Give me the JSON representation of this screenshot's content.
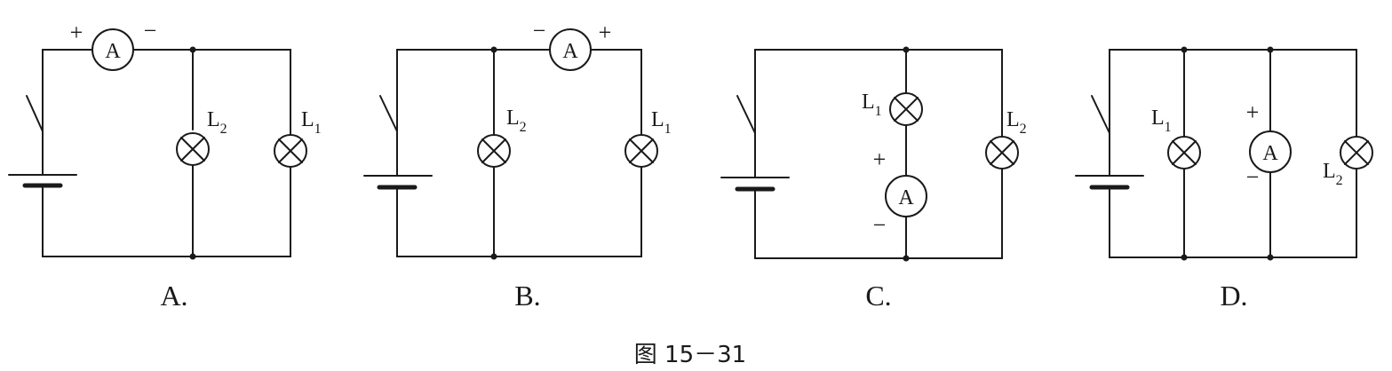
{
  "figure": {
    "caption": "图 15－31"
  },
  "options": [
    {
      "option_label": "A.",
      "bulb_1": {
        "letter": "L",
        "subscript": "2"
      },
      "bulb_2": {
        "letter": "L",
        "subscript": "1"
      },
      "ammeter": {
        "symbol": "A",
        "left_terminal": "+",
        "right_terminal": "−"
      }
    },
    {
      "option_label": "B.",
      "bulb_1": {
        "letter": "L",
        "subscript": "2"
      },
      "bulb_2": {
        "letter": "L",
        "subscript": "1"
      },
      "ammeter": {
        "symbol": "A",
        "left_terminal": "−",
        "right_terminal": "+"
      }
    },
    {
      "option_label": "C.",
      "bulb_1": {
        "letter": "L",
        "subscript": "1"
      },
      "bulb_2": {
        "letter": "L",
        "subscript": "2"
      },
      "ammeter": {
        "symbol": "A",
        "top_terminal": "+",
        "bottom_terminal": "−"
      }
    },
    {
      "option_label": "D.",
      "bulb_1": {
        "letter": "L",
        "subscript": "1"
      },
      "bulb_2": {
        "letter": "L",
        "subscript": "2"
      },
      "ammeter": {
        "symbol": "A",
        "top_terminal": "+",
        "bottom_terminal": "−"
      }
    }
  ]
}
